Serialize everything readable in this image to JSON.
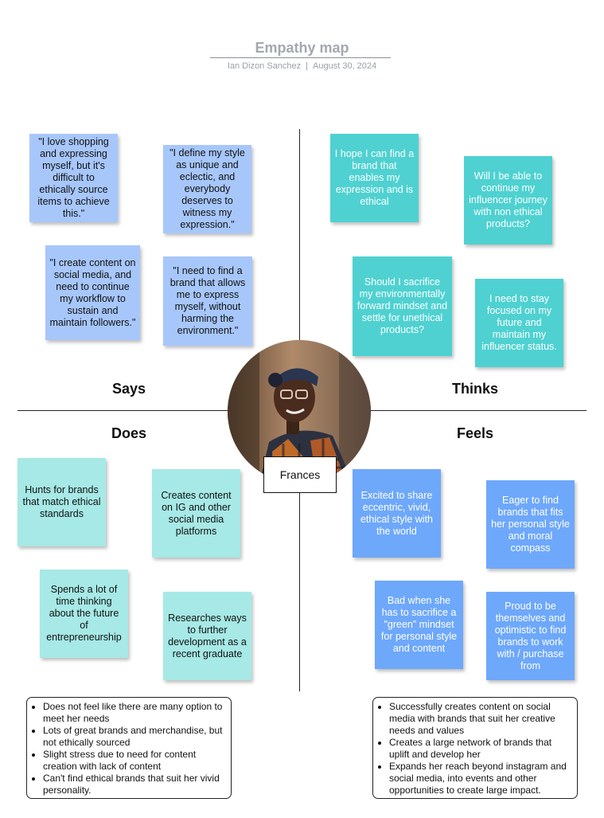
{
  "header": {
    "title": "Empathy map",
    "author": "Ian Dizon Sanchez",
    "separator": "|",
    "date": "August 30, 2024"
  },
  "persona": {
    "name": "Frances"
  },
  "quadrants": {
    "says": {
      "label": "Says",
      "notes": [
        "\"I love shopping and expressing myself, but it's difficult to ethically source items to achieve this.\"",
        "\"I define my style as unique and eclectic, and everybody deserves to witness my expression.\"",
        "\"I create content on social media, and need to continue my workflow to sustain and maintain followers.\"",
        "\"I need to find a brand that allows me to express myself, without harming the environment.\""
      ]
    },
    "thinks": {
      "label": "Thinks",
      "notes": [
        "I hope I can find a brand that enables my expression and is ethical",
        "Will I be able to continue my influencer journey with non ethical products?",
        "Should I sacrifice my environmentally forward mindset and settle for unethical products?",
        "I need to stay focused on my future and maintain my influencer status."
      ]
    },
    "does": {
      "label": "Does",
      "notes": [
        "Hunts for brands that match ethical standards",
        "Creates content on IG and other social media platforms",
        "Spends a lot of time thinking about the future of entrepreneurship",
        "Researches ways to further development as a recent graduate"
      ]
    },
    "feels": {
      "label": "Feels",
      "notes": [
        "Excited to share eccentric, vivid, ethical style with the world",
        "Eager to find brands that fits her personal style and moral compass",
        "Bad when she has to sacrifice a \"green\" mindset for personal style and content",
        "Proud to be themselves and optimistic to find brands to work with / purchase from"
      ]
    }
  },
  "pains": [
    "Does not feel like there are many option to meet her needs",
    "Lots of great brands and merchandise, but not ethically sourced",
    "Slight stress due to need for content creation with lack of content",
    "Can't find ethical brands that suit her vivid personality."
  ],
  "gains": [
    "Successfully creates content on social media with brands that suit her creative needs and values",
    "Creates a large network of brands that uplift and develop her",
    "Expands her reach beyond instagram and social media, into events and other opportunities to create large impact."
  ],
  "colors": {
    "says_note": "#a7c7fb",
    "thinks_note": "#4fd1d1",
    "does_note": "#a6e9e6",
    "feels_note": "#6ea8fb"
  }
}
